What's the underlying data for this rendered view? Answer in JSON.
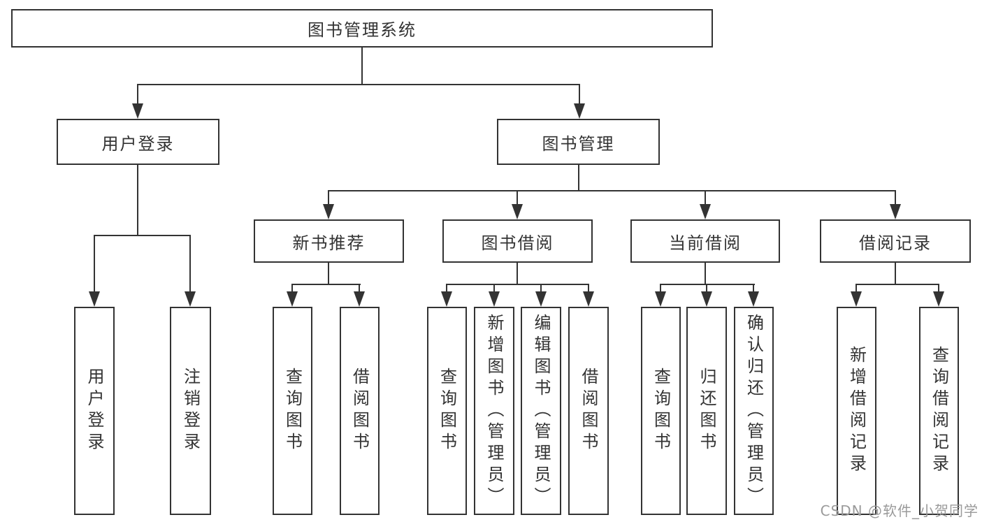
{
  "tree": {
    "label": "图书管理系统",
    "children": [
      {
        "label": "用户登录",
        "children": [
          {
            "label": "用户登录"
          },
          {
            "label": "注销登录"
          }
        ]
      },
      {
        "label": "图书管理",
        "children": [
          {
            "label": "新书推荐",
            "children": [
              {
                "label": "查询图书"
              },
              {
                "label": "借阅图书"
              }
            ]
          },
          {
            "label": "图书借阅",
            "children": [
              {
                "label": "查询图书"
              },
              {
                "label": "新增图书（管理员）"
              },
              {
                "label": "编辑图书（管理员）"
              },
              {
                "label": "借阅图书"
              }
            ]
          },
          {
            "label": "当前借阅",
            "children": [
              {
                "label": "查询图书"
              },
              {
                "label": "归还图书"
              },
              {
                "label": "确认归还（管理员）"
              }
            ]
          },
          {
            "label": "借阅记录",
            "children": [
              {
                "label": "新增借阅记录"
              },
              {
                "label": "查询借阅记录"
              }
            ]
          }
        ]
      }
    ]
  },
  "watermark": {
    "text": "CSDN @软件_小贺同学"
  },
  "colors": {
    "line": "#333333",
    "text": "#333333",
    "background": "#ffffff",
    "watermark": "#9a9a9a"
  }
}
